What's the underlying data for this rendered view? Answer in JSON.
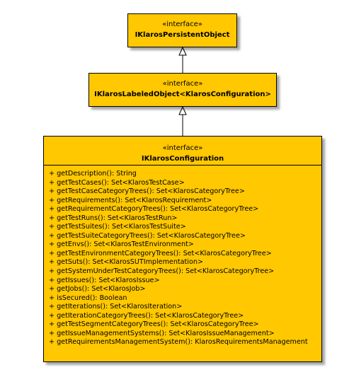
{
  "diagram": {
    "persistent_object": {
      "stereotype": "«interface»",
      "name": "IKlarosPersistentObject"
    },
    "labeled_object": {
      "stereotype": "«interface»",
      "name": "IKlarosLabeledObject<KlarosConfiguration>"
    },
    "configuration": {
      "stereotype": "«interface»",
      "name": "IKlarosConfiguration",
      "operations": [
        "+ getDescription(): String",
        "+ getTestCases(): Set<KlarosTestCase>",
        "+ getTestCaseCategoryTrees(): Set<KlarosCategoryTree>",
        "+ getRequirements(): Set<KlarosRequirement>",
        "+ getRequirementCategoryTrees(): Set<KlarosCategoryTree>",
        "+ getTestRuns(): Set<KlarosTestRun>",
        "+ getTestSuites(): Set<KlarosTestSuite>",
        "+ getTestSuiteCategoryTrees(): Set<KlarosCategoryTree>",
        "+ getEnvs(): Set<KlarosTestEnvironment>",
        "+ getTestEnvironmentCategoryTrees(): Set<KlarosCategoryTree>",
        "+ getSuts(): Set<KlarosSUTImplementation>",
        "+ getSystemUnderTestCategoryTrees(): Set<KlarosCategoryTree>",
        "+ getIssues(): Set<KlarosIssue>",
        "+ getJobs(): Set<KlarosJob>",
        "+ isSecured(): Boolean",
        "+ getIterations(): Set<KlarosIteration>",
        "+ getIterationCategoryTrees(): Set<KlarosCategoryTree>",
        "+ getTestSegmentCategoryTrees(): Set<KlarosCategoryTree>",
        "+ getIssueManagementSystems(): Set<KlarosIssueManagement>",
        "+ getRequirementsManagementSystem(): KlarosRequirementsManagement"
      ]
    },
    "colors": {
      "fill": "#ffc800",
      "stroke": "#000000"
    }
  }
}
